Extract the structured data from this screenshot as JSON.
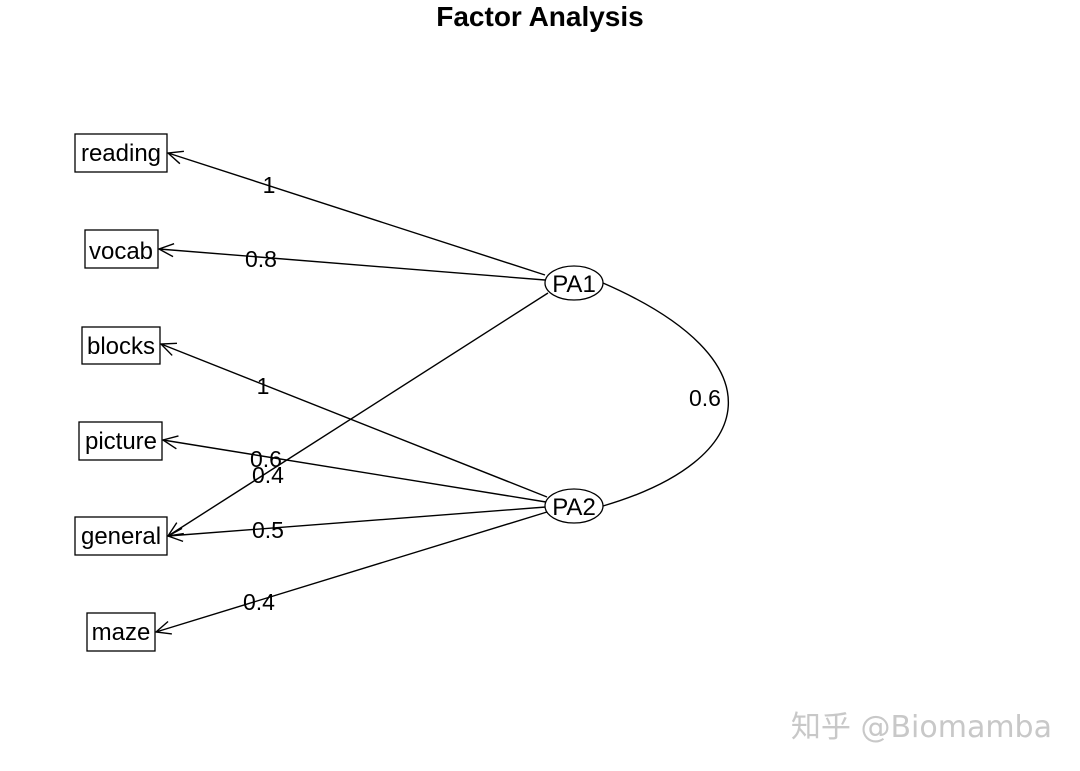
{
  "title": "Factor Analysis",
  "factors": [
    {
      "id": "PA1",
      "label": "PA1"
    },
    {
      "id": "PA2",
      "label": "PA2"
    }
  ],
  "variables": [
    {
      "id": "reading",
      "label": "reading"
    },
    {
      "id": "vocab",
      "label": "vocab"
    },
    {
      "id": "blocks",
      "label": "blocks"
    },
    {
      "id": "picture",
      "label": "picture"
    },
    {
      "id": "general",
      "label": "general"
    },
    {
      "id": "maze",
      "label": "maze"
    }
  ],
  "loadings": [
    {
      "from": "PA1",
      "to": "reading",
      "label": "1"
    },
    {
      "from": "PA1",
      "to": "vocab",
      "label": "0.8"
    },
    {
      "from": "PA1",
      "to": "general",
      "label": "0.4"
    },
    {
      "from": "PA2",
      "to": "blocks",
      "label": "1"
    },
    {
      "from": "PA2",
      "to": "picture",
      "label": "0.6"
    },
    {
      "from": "PA2",
      "to": "general",
      "label": "0.5"
    },
    {
      "from": "PA2",
      "to": "maze",
      "label": "0.4"
    }
  ],
  "factor_correlation": {
    "from": "PA1",
    "to": "PA2",
    "label": "0.6"
  },
  "watermark": "知乎 @Biomamba"
}
